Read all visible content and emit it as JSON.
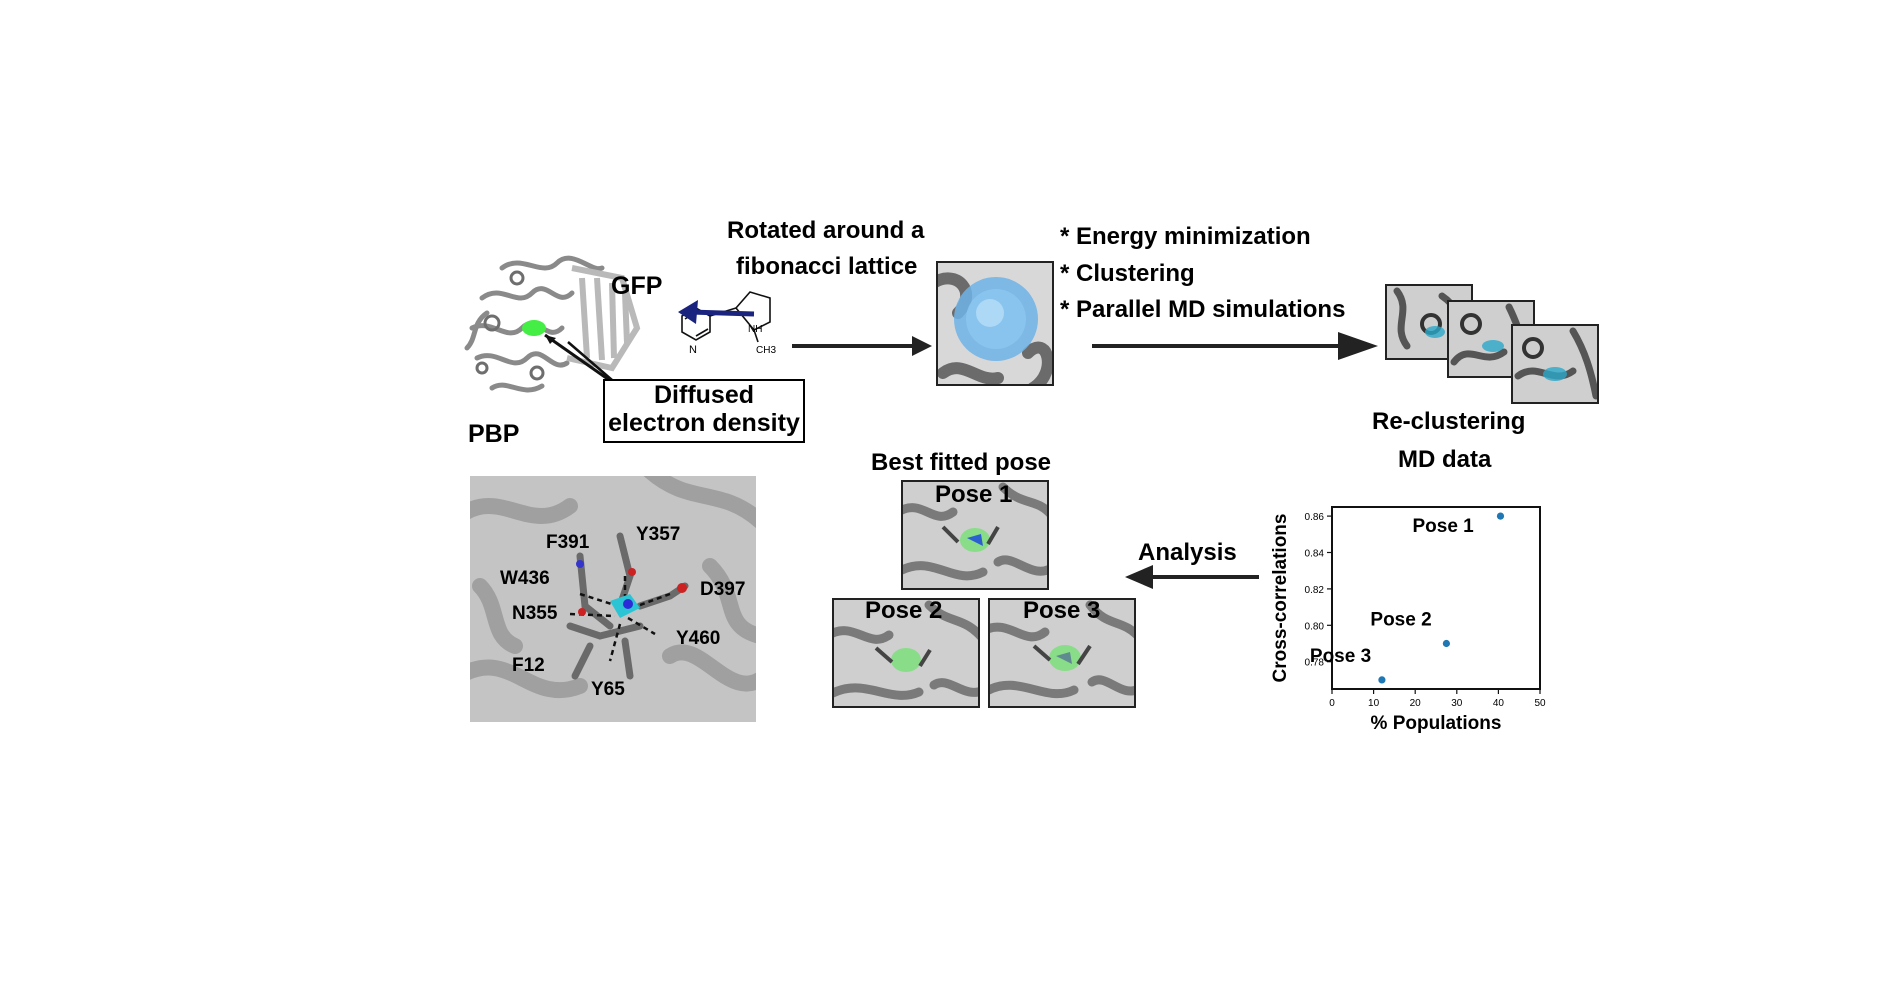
{
  "top": {
    "gfp_label": "GFP",
    "pbp_label": "PBP",
    "diffused_box": [
      "Diffused",
      "electron density"
    ],
    "rotated_text": [
      "Rotated around a",
      "fibonacci lattice"
    ],
    "molecule_labels": {
      "n_ring": "N",
      "nh": "NH",
      "ch3": "CH3"
    },
    "steps": [
      "* Energy minimization",
      "* Clustering",
      "* Parallel MD simulations"
    ],
    "recluster": [
      "Re-clustering",
      "MD data"
    ]
  },
  "bottom": {
    "residues": [
      "F391",
      "Y357",
      "W436",
      "D397",
      "N355",
      "Y460",
      "F12",
      "Y65"
    ],
    "best_fitted": "Best fitted pose",
    "pose_labels": [
      "Pose 1",
      "Pose 2",
      "Pose 3"
    ],
    "analysis": "Analysis"
  },
  "chart_data": {
    "type": "scatter",
    "xlabel": "% Populations",
    "ylabel": "Cross-correlations",
    "xlim": [
      0,
      50
    ],
    "ylim": [
      0.765,
      0.865
    ],
    "x_ticks": [
      0,
      10,
      20,
      30,
      40,
      50
    ],
    "y_ticks": [
      0.78,
      0.8,
      0.82,
      0.84,
      0.86
    ],
    "y_tick_labels": [
      "0.78",
      "0.80",
      "0.82",
      "0.84",
      "0.86"
    ],
    "points": [
      {
        "label": "Pose 1",
        "x": 40.5,
        "y": 0.86
      },
      {
        "label": "Pose 2",
        "x": 27.5,
        "y": 0.79
      },
      {
        "label": "Pose 3",
        "x": 12,
        "y": 0.77
      }
    ],
    "marker_color": "#1f77b4",
    "grid": false
  },
  "colors": {
    "arrow": "#222222",
    "ligand_arrow": "#1a237e",
    "density_green": "#44ee44",
    "fibonacci_blue": "#6fb3e8"
  }
}
